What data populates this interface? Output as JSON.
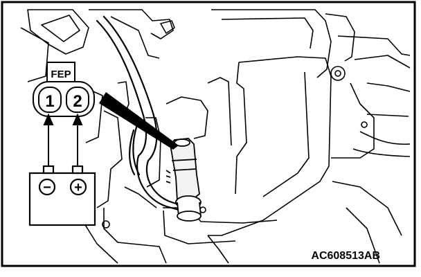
{
  "figure": {
    "connector_label": "FEP",
    "terminal_1": "1",
    "terminal_2": "2",
    "negative_symbol": "−",
    "positive_symbol": "+",
    "figure_code": "AC608513AB"
  },
  "colors": {
    "ink": "#000000",
    "paper": "#ffffff",
    "fill_gray": "#f2f2f2"
  },
  "icons": {
    "battery": "battery-icon",
    "connector": "connector-icon",
    "pointer": "pointer-arrow-icon"
  }
}
